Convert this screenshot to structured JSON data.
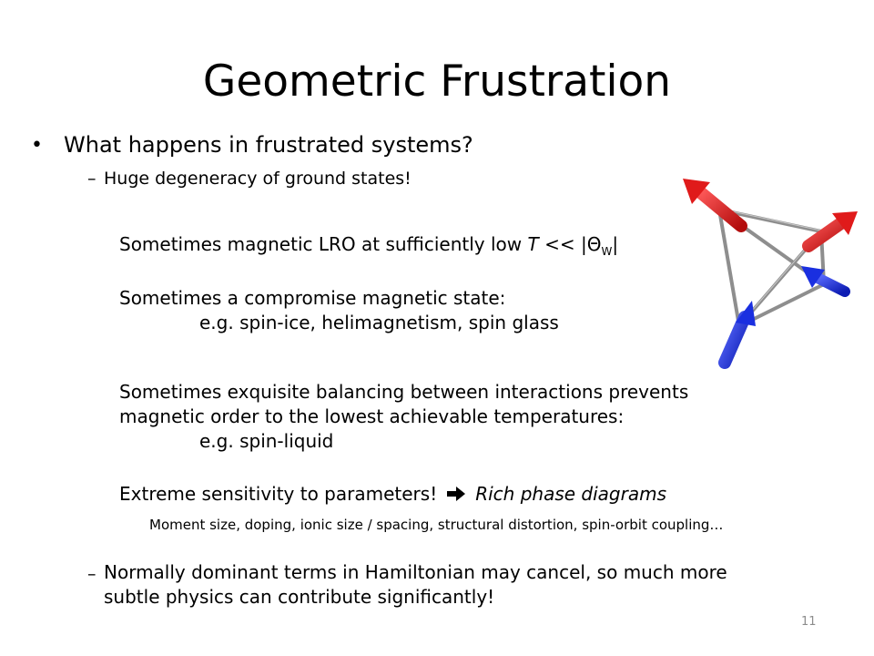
{
  "title": "Geometric Frustration",
  "bullet": {
    "symbol": "•",
    "text": "What happens in frustrated systems?",
    "sub1": {
      "dash": "–",
      "text": "Huge degeneracy of ground states!"
    },
    "lines": {
      "l1_pre": "Sometimes magnetic LRO at sufficiently low ",
      "l1_T": "T",
      "l1_mid": " << |",
      "l1_theta": "Θ",
      "l1_sub": "W",
      "l1_post": "|",
      "l2": "Sometimes a compromise magnetic state:",
      "l3": "e.g. spin-ice, helimagnetism, spin glass",
      "l4": "Sometimes exquisite balancing between interactions prevents",
      "l5": "magnetic order to the lowest achievable temperatures:",
      "l6": "e.g. spin-liquid",
      "l7_pre": "Extreme sensitivity to parameters!",
      "l7_italic": "Rich phase diagrams",
      "l8": "Moment size, doping, ionic size / spacing, structural distortion, spin-orbit coupling…"
    },
    "sub2": {
      "dash": "–",
      "line1": "Normally dominant terms in Hamiltonian may cancel, so much more",
      "line2": "subtle physics can contribute significantly!"
    }
  },
  "page_number": "11",
  "figure": {
    "icon": "tetrahedron-spins",
    "colors": {
      "red": "#e01a1a",
      "blue": "#1a2fe0",
      "edge": "#8e8e8e"
    }
  }
}
